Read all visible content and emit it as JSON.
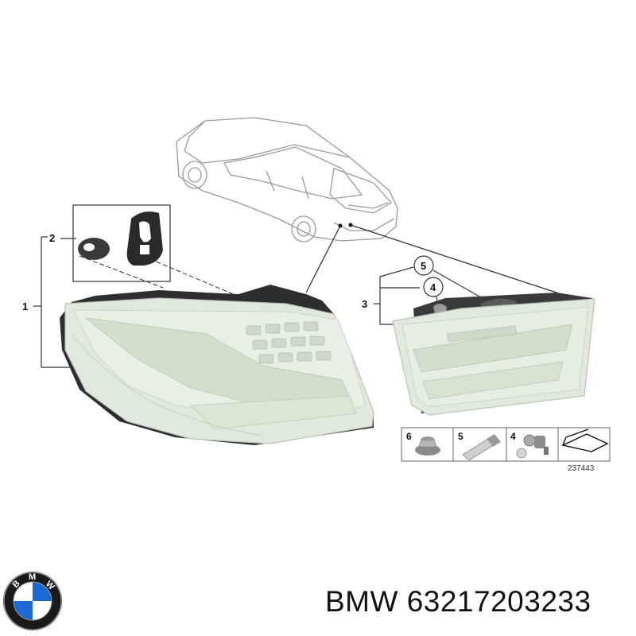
{
  "callouts": {
    "c1": "1",
    "c2": "2",
    "c3": "3",
    "c4": "4",
    "c5": "5"
  },
  "legend": {
    "items": [
      {
        "num": "6",
        "icon": "nut-icon"
      },
      {
        "num": "5",
        "icon": "bulb-icon"
      },
      {
        "num": "4",
        "icon": "bulb-socket-icon"
      }
    ],
    "ref_number": "237443",
    "last_icon": "bracket-icon"
  },
  "footer": {
    "text": "BMW 63217203233"
  },
  "logo": {
    "brand_letters": "BMW",
    "colors": {
      "blue": "#1c69d4",
      "white": "#ffffff",
      "ring": "#1a1a1a"
    }
  },
  "colors": {
    "lamp_fill": "#dfe9dc",
    "lamp_edge": "#c7d6c3",
    "seal": "#2a2a2a",
    "housing": "#3a3a3a",
    "line": "#333333"
  }
}
